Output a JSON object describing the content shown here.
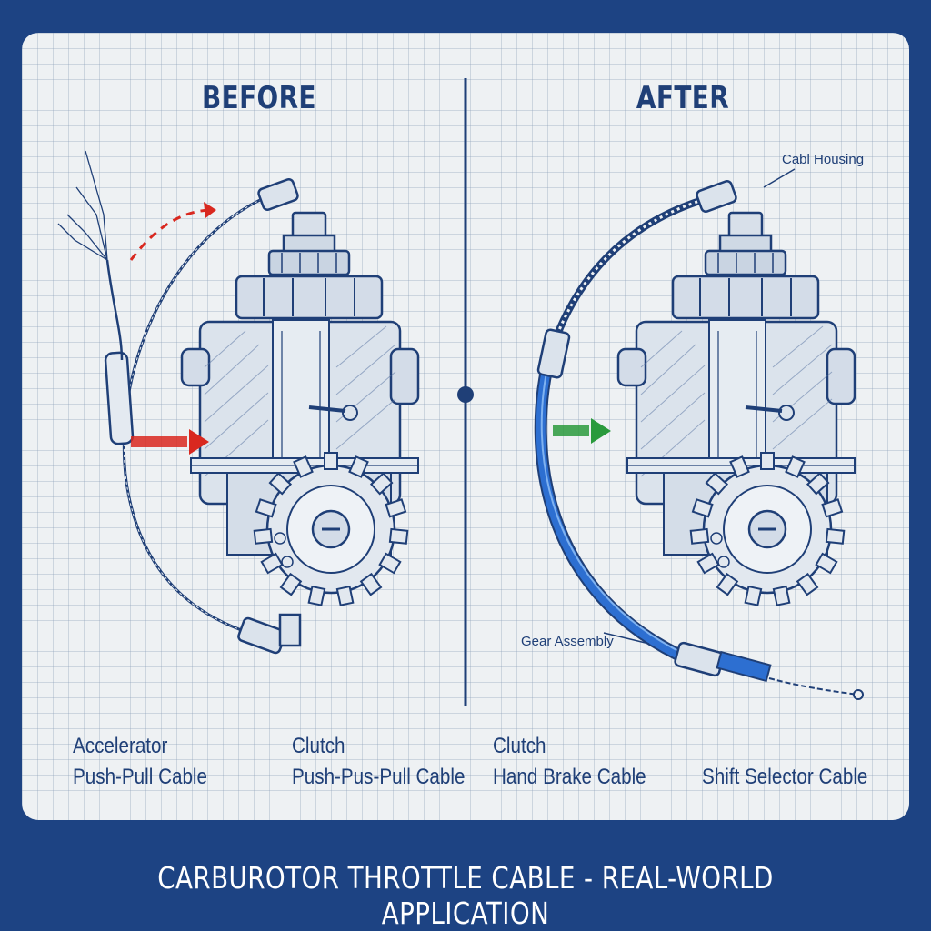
{
  "headings": {
    "before": "BEFORE",
    "after": "AFTER"
  },
  "callouts": {
    "housing": "Cabl Housing",
    "gear": "Gear Assembly"
  },
  "captions": [
    {
      "line1": "Accelerator",
      "line2": "Push-Pull Cable"
    },
    {
      "line1": "Clutch",
      "line2": "Push-Pus-Pull Cable"
    },
    {
      "line1": "Clutch",
      "line2": "Hand Brake Cable"
    },
    {
      "line1": "",
      "line2": "Shift Selector Cable"
    }
  ],
  "footer": "CARBUROTOR THROTTLE CABLE - REAL-WORLD APPLICATION",
  "colors": {
    "frame": "#1d4383",
    "ink": "#1f3f77",
    "arrow_before": "#d9281f",
    "arrow_after": "#2a9a3c",
    "new_cable": "#2d6fd1"
  },
  "icons": [
    "carburetor-illustration",
    "gear-icon",
    "arrow-icon",
    "cable-illustration"
  ]
}
